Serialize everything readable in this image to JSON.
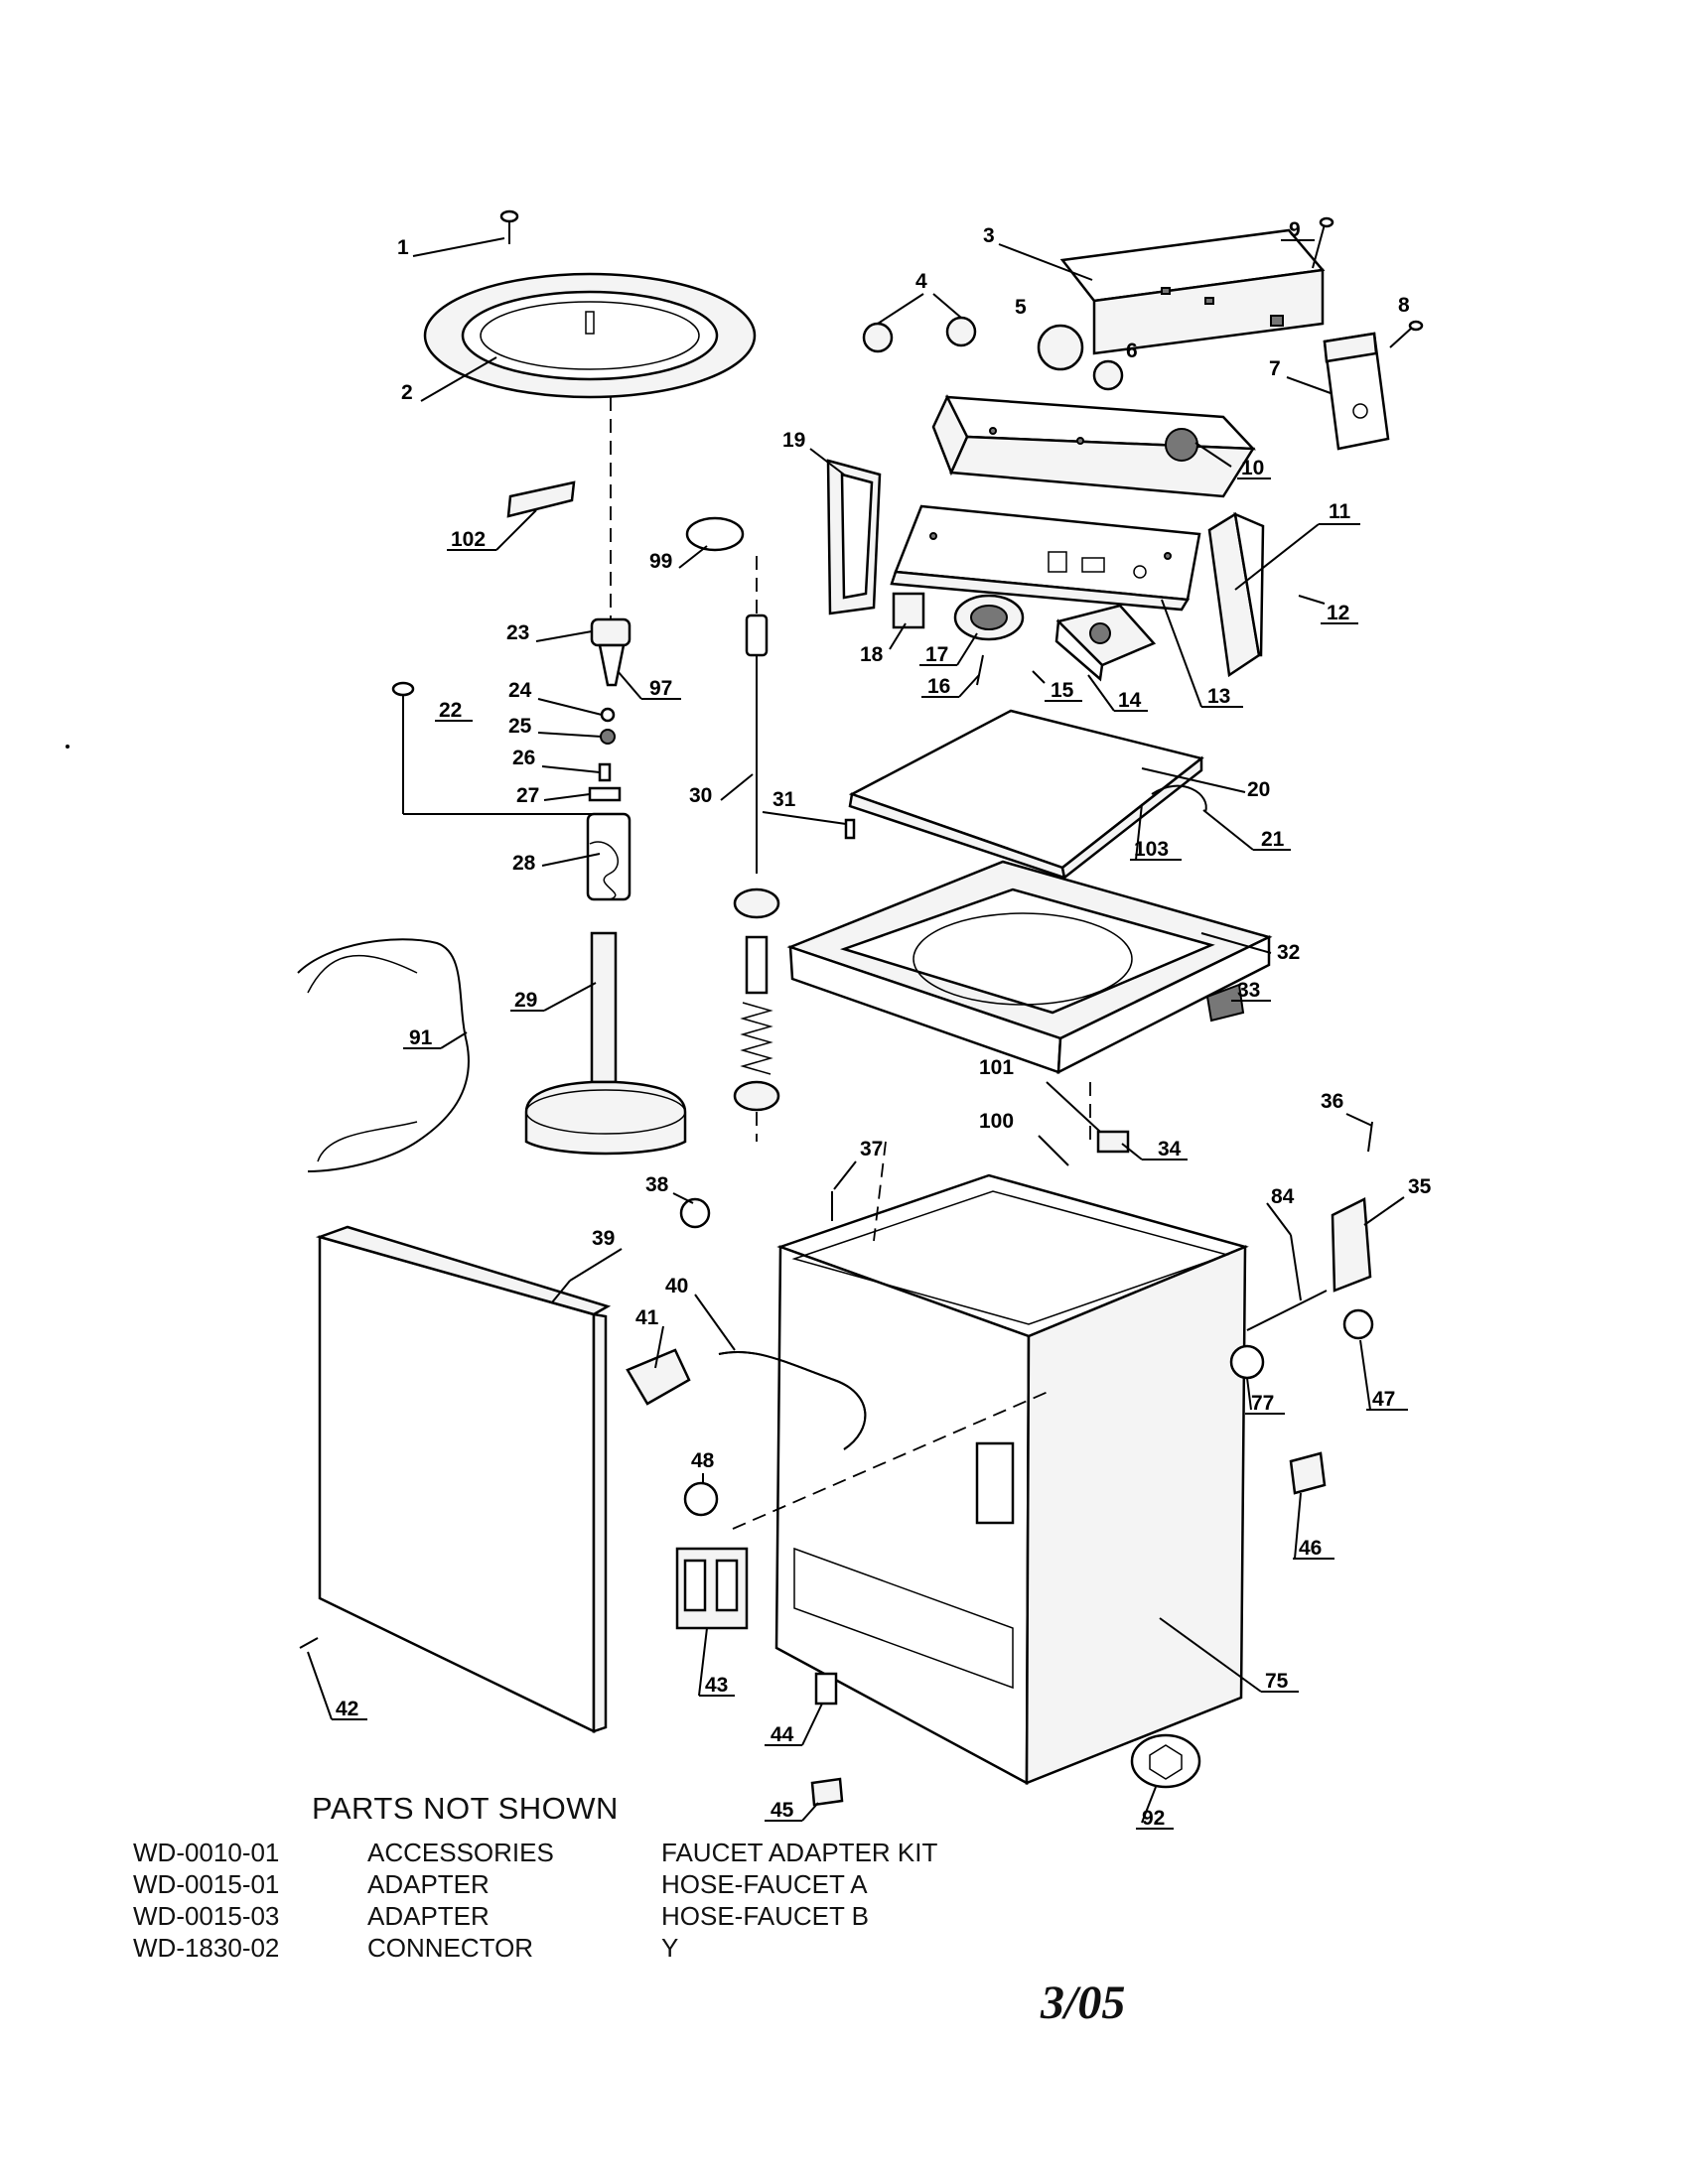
{
  "callouts": [
    "1",
    "2",
    "3",
    "4",
    "5",
    "6",
    "7",
    "8",
    "9",
    "10",
    "11",
    "12",
    "13",
    "14",
    "15",
    "16",
    "17",
    "18",
    "19",
    "20",
    "21",
    "22",
    "23",
    "24",
    "25",
    "26",
    "27",
    "28",
    "29",
    "30",
    "31",
    "32",
    "33",
    "34",
    "35",
    "36",
    "37",
    "38",
    "39",
    "40",
    "41",
    "42",
    "43",
    "44",
    "45",
    "46",
    "47",
    "48",
    "75",
    "77",
    "84",
    "91",
    "92",
    "97",
    "99",
    "100",
    "101",
    "102",
    "103"
  ],
  "parts_not_shown": {
    "title": "PARTS NOT SHOWN",
    "rows": [
      {
        "part_no": "WD-0010-01",
        "category": "ACCESSORIES",
        "description": "FAUCET ADAPTER KIT"
      },
      {
        "part_no": "WD-0015-01",
        "category": "ADAPTER",
        "description": "HOSE-FAUCET A"
      },
      {
        "part_no": "WD-0015-03",
        "category": "ADAPTER",
        "description": "HOSE-FAUCET B"
      },
      {
        "part_no": "WD-1830-02",
        "category": "CONNECTOR",
        "description": "Y"
      }
    ]
  },
  "date_mark": "3/05"
}
